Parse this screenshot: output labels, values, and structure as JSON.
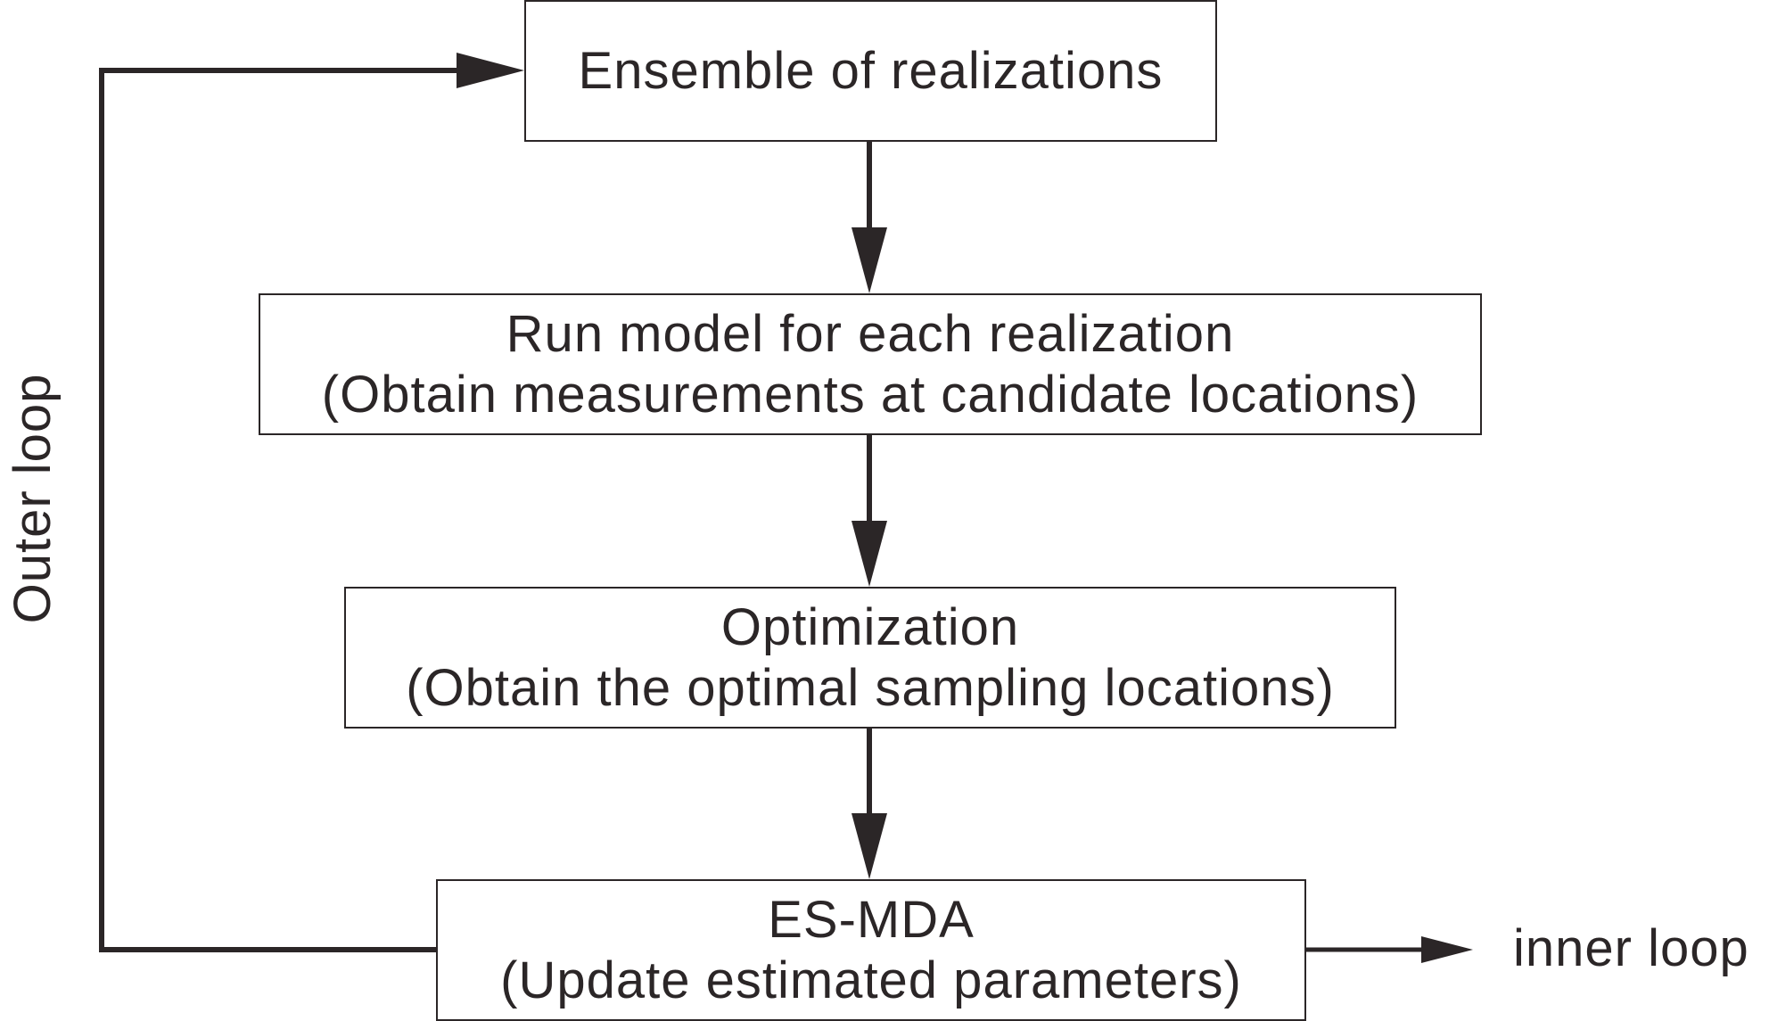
{
  "diagram": {
    "boxes": {
      "ensemble": {
        "lines": [
          "Ensemble of realizations"
        ]
      },
      "run_model": {
        "lines": [
          "Run model for each realization",
          "(Obtain measurements at candidate locations)"
        ]
      },
      "optimization": {
        "lines": [
          "Optimization",
          "(Obtain the optimal sampling locations)"
        ]
      },
      "esmda": {
        "lines": [
          "ES-MDA",
          "(Update estimated parameters)"
        ]
      }
    },
    "labels": {
      "outer_loop": "Outer loop",
      "inner_loop": "inner loop"
    },
    "colors": {
      "stroke": "#2b2627",
      "text": "#2b2627",
      "background": "#ffffff"
    }
  }
}
